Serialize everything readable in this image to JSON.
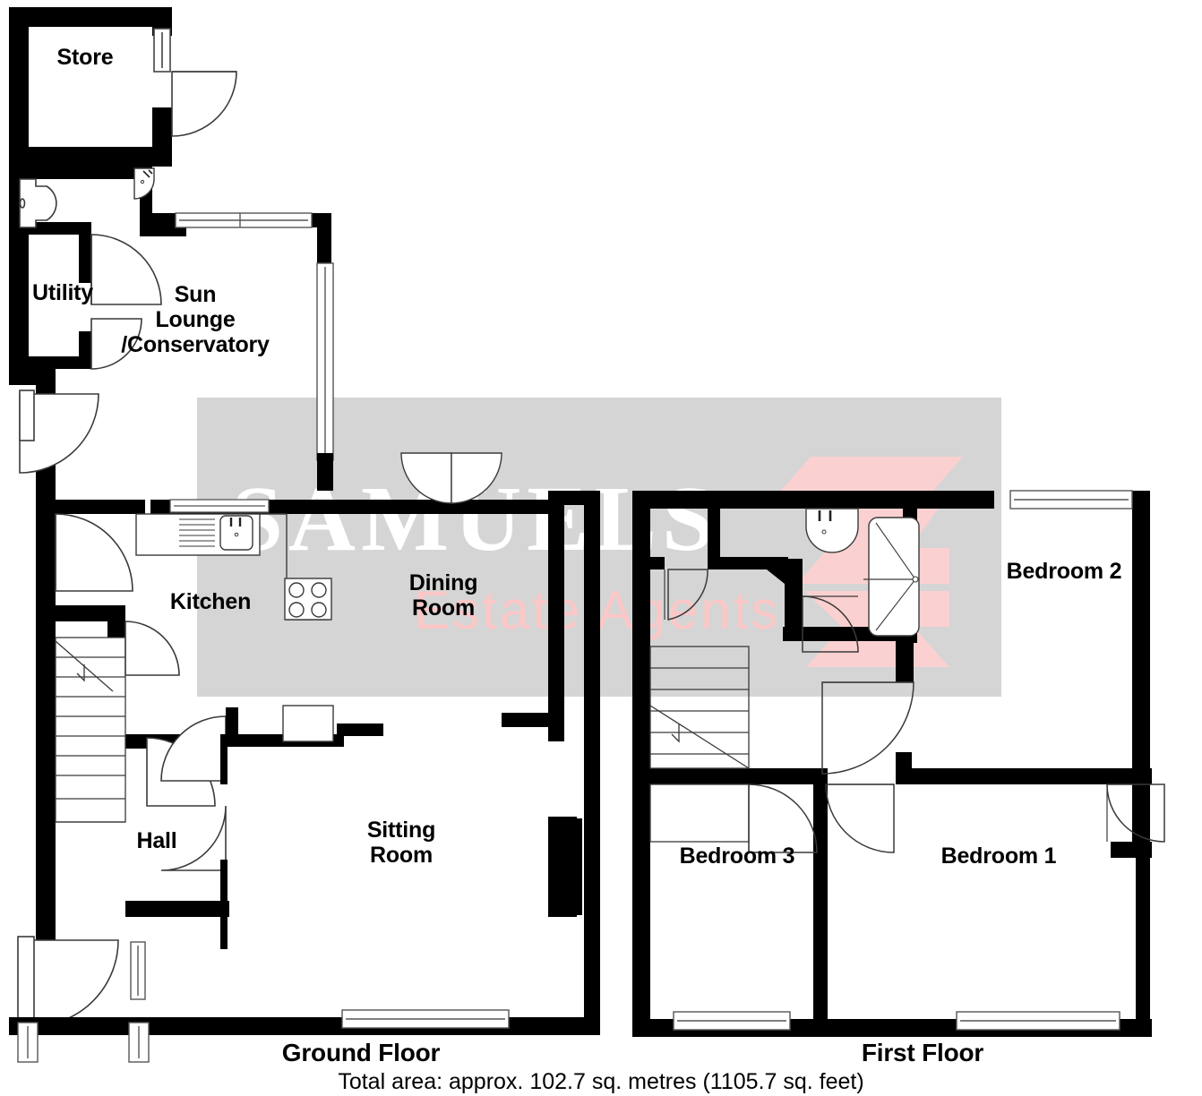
{
  "document": {
    "type": "floor-plan",
    "total_area_text": "Total area: approx. 102.7 sq. metres (1105.7 sq. feet)"
  },
  "watermark": {
    "brand": "SAMUELS",
    "tagline": "Estate Agents",
    "band_color": "#d5d5d5",
    "brand_color": "#ffffff",
    "tagline_color": "#fbc7c7",
    "logo_color": "#fbd0d0"
  },
  "floors": [
    {
      "id": "ground",
      "title": "Ground Floor",
      "rooms": [
        {
          "name": "Store",
          "label": "Store"
        },
        {
          "name": "Utility",
          "label": "Utility"
        },
        {
          "name": "Sun Lounge / Conservatory",
          "label": "Sun\nLounge\n/Conservatory"
        },
        {
          "name": "Kitchen",
          "label": "Kitchen"
        },
        {
          "name": "Dining Room",
          "label": "Dining\nRoom"
        },
        {
          "name": "Hall",
          "label": "Hall"
        },
        {
          "name": "Sitting Room",
          "label": "Sitting\nRoom"
        }
      ]
    },
    {
      "id": "first",
      "title": "First Floor",
      "rooms": [
        {
          "name": "Bedroom 2",
          "label": "Bedroom 2"
        },
        {
          "name": "Bedroom 3",
          "label": "Bedroom 3"
        },
        {
          "name": "Bedroom 1",
          "label": "Bedroom 1"
        }
      ]
    }
  ],
  "labels": {
    "store": "Store",
    "utility": "Utility",
    "conservatory": "Sun\nLounge\n/Conservatory",
    "kitchen": "Kitchen",
    "dining": "Dining\nRoom",
    "hall": "Hall",
    "sitting": "Sitting\nRoom",
    "bedroom2": "Bedroom 2",
    "bedroom3": "Bedroom 3",
    "bedroom1": "Bedroom 1",
    "ground_floor": "Ground Floor",
    "first_floor": "First Floor",
    "total_area": "Total area: approx. 102.7 sq. metres (1105.7 sq. feet)"
  },
  "fixtures": [
    {
      "name": "wc-toilet",
      "floor": "ground"
    },
    {
      "name": "corner-wash-basin",
      "floor": "ground"
    },
    {
      "name": "kitchen-sink",
      "floor": "ground"
    },
    {
      "name": "kitchen-worktop",
      "floor": "ground"
    },
    {
      "name": "hob-cooker",
      "floor": "ground"
    },
    {
      "name": "staircase",
      "floor": "ground"
    },
    {
      "name": "wash-basin",
      "floor": "first"
    },
    {
      "name": "bath",
      "floor": "first"
    },
    {
      "name": "staircase",
      "floor": "first"
    }
  ],
  "colors": {
    "wall": "#000000",
    "background": "#ffffff",
    "fixture_stroke": "#3a3a3a",
    "window_stroke": "#555555"
  }
}
